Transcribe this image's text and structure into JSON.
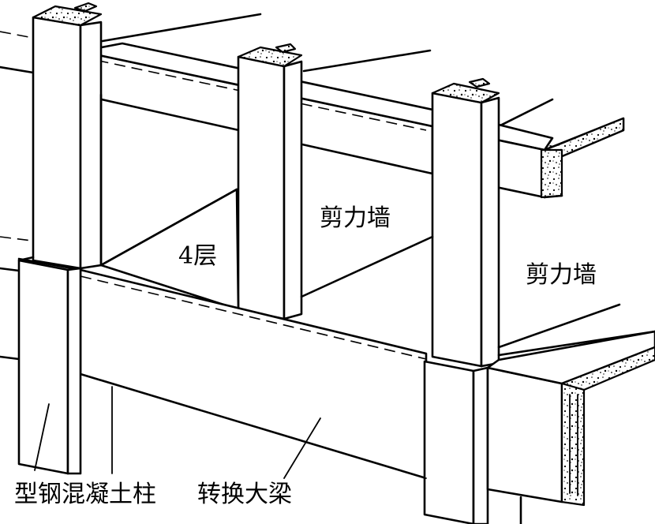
{
  "labels": {
    "floor": "4层",
    "shear_wall_1": "剪力墙",
    "shear_wall_2": "剪力墙",
    "column": "型钢混凝土柱",
    "transfer_beam": "转换大梁"
  }
}
